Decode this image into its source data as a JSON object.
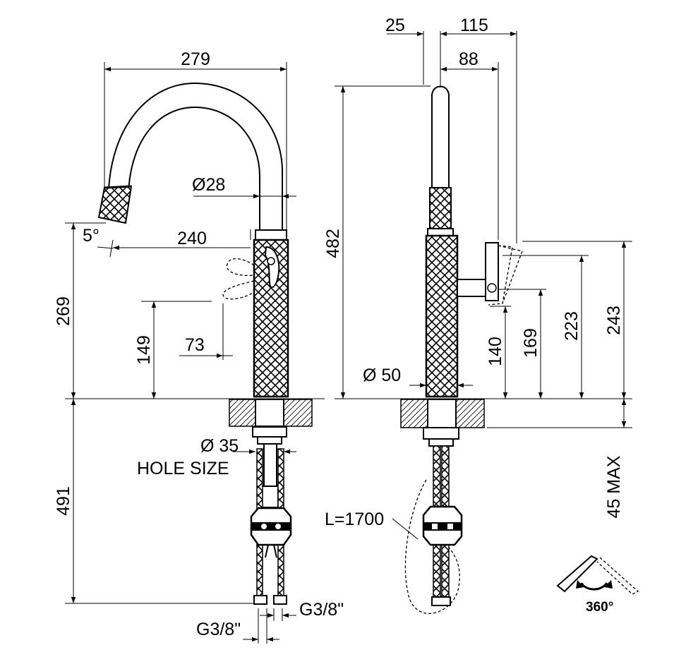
{
  "labels": {
    "width_279": "279",
    "dia_28": "Ø28",
    "reach_240": "240",
    "angle_5": "5°",
    "height_269": "269",
    "height_149": "149",
    "offset_73": "73",
    "dia_35": "Ø 35",
    "hole_size": "HOLE SIZE",
    "height_491": "491",
    "thread_left": "G3/8\"",
    "thread_right": "G3/8\"",
    "top_25": "25",
    "top_115": "115",
    "top_88": "88",
    "height_482": "482",
    "dia_50": "Ø 50",
    "height_140": "140",
    "height_169": "169",
    "height_223": "223",
    "height_243": "243",
    "max_45": "45 MAX",
    "hose_length": "L=1700",
    "rotation": "360°"
  },
  "icons": [
    "swivel-rotation-icon"
  ],
  "colors": {
    "ink": "#000000",
    "background": "#ffffff"
  }
}
